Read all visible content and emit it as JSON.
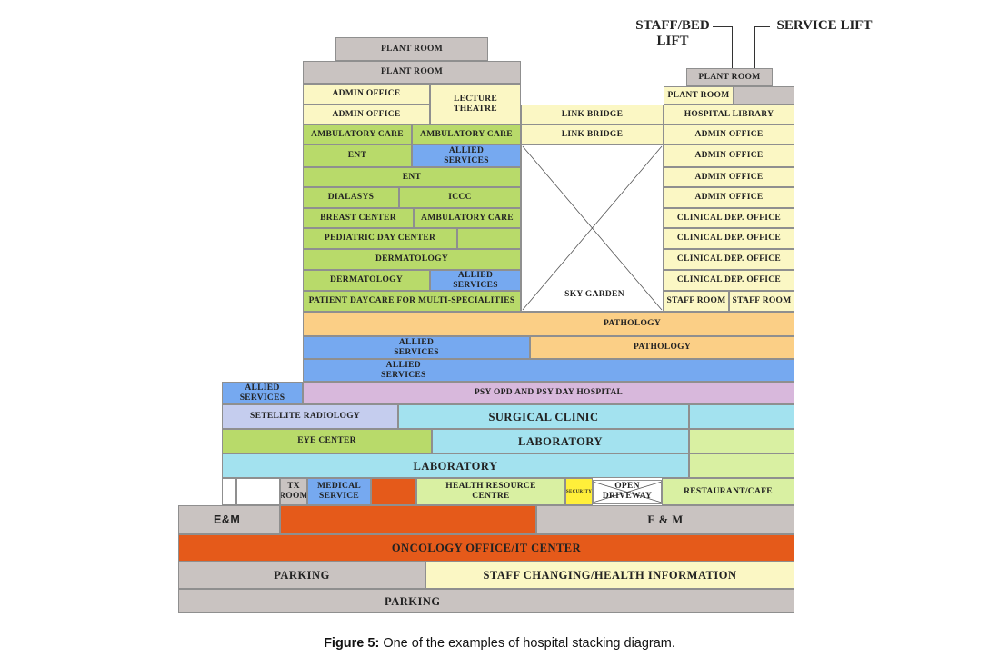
{
  "colors": {
    "gray": "#c9c3c1",
    "cream": "#fbf7c4",
    "green": "#b8da6a",
    "blue": "#76a9f0",
    "orange": "#fbcf86",
    "purple": "#d8b8dc",
    "lavender": "#c5cdee",
    "cyan": "#a3e2ef",
    "lightgreen": "#d9f0a2",
    "redorange": "#e55a1a",
    "yellow": "#ffef3a"
  },
  "top_labels": {
    "staff_bed_lift": "STAFF/BED\nLIFT",
    "service_lift": "SERVICE LIFT"
  },
  "blocks": {
    "plant_room_top": "PLANT ROOM",
    "plant_room_2": "PLANT ROOM",
    "admin_office_1": "ADMIN OFFICE",
    "admin_office_2": "ADMIN OFFICE",
    "lecture_theatre": "LECTURE\nTHEATRE",
    "ambulatory_care_1": "AMBULATORY CARE",
    "ambulatory_care_2": "AMBULATORY CARE",
    "ent_1": "ENT",
    "allied_services_1": "ALLIED\nSERVICES",
    "ent_2": "ENT",
    "dialasys": "DIALASYS",
    "iccc": "ICCC",
    "breast_center": "BREAST CENTER",
    "ambulatory_care_3": "AMBULATORY CARE",
    "pediatric_day_center": "PEDIATRIC DAY CENTER",
    "dermatology_1": "DERMATOLOGY",
    "dermatology_2": "DERMATOLOGY",
    "allied_services_2": "ALLIED\nSERVICES",
    "patient_daycare": "PATIENT DAYCARE FOR MULTI-SPECIALITIES",
    "link_bridge_1": "LINK BRIDGE",
    "link_bridge_2": "LINK BRIDGE",
    "sky_garden": "SKY GARDEN",
    "plant_room_right_top": "PLANT ROOM",
    "plant_room_right": "PLANT ROOM",
    "hospital_library": "HOSPITAL LIBRARY",
    "admin_office_r1": "ADMIN OFFICE",
    "admin_office_r2": "ADMIN OFFICE",
    "admin_office_r3": "ADMIN OFFICE",
    "admin_office_r4": "ADMIN OFFICE",
    "clinical_dep_1": "CLINICAL DEP. OFFICE",
    "clinical_dep_2": "CLINICAL DEP. OFFICE",
    "clinical_dep_3": "CLINICAL DEP. OFFICE",
    "clinical_dep_4": "CLINICAL DEP. OFFICE",
    "staff_room_1": "STAFF ROOM",
    "staff_room_2": "STAFF ROOM",
    "pathology_1": "PATHOLOGY",
    "allied_services_3": "ALLIED\nSERVICES",
    "pathology_2": "PATHOLOGY",
    "allied_services_4": "ALLIED\nSERVICES",
    "allied_services_5": "ALLIED\nSERVICES",
    "psy_opd": "PSY OPD AND PSY DAY HOSPITAL",
    "satellite_radiology": "SETELLITE RADIOLOGY",
    "surgical_clinic": "SURGICAL CLINIC",
    "eye_center": "EYE CENTER",
    "laboratory_1": "LABORATORY",
    "laboratory_2": "LABORATORY",
    "tx_room": "TX\nROOM",
    "medical_service": "MEDICAL\nSERVICE",
    "health_resource": "HEALTH RESOURCE\nCENTRE",
    "security": "SECURITY",
    "open_driveway": "OPEN\nDRIVEWAY",
    "restaurant_cafe": "RESTAURANT/CAFE",
    "em_left": "E&M",
    "em_right": "E & M",
    "oncology": "ONCOLOGY OFFICE/IT CENTER",
    "parking_1": "PARKING",
    "staff_changing": "STAFF CHANGING/HEALTH INFORMATION",
    "parking_2": "PARKING"
  },
  "caption": {
    "label": "Figure 5:",
    "text": " One of the examples of hospital stacking diagram."
  }
}
